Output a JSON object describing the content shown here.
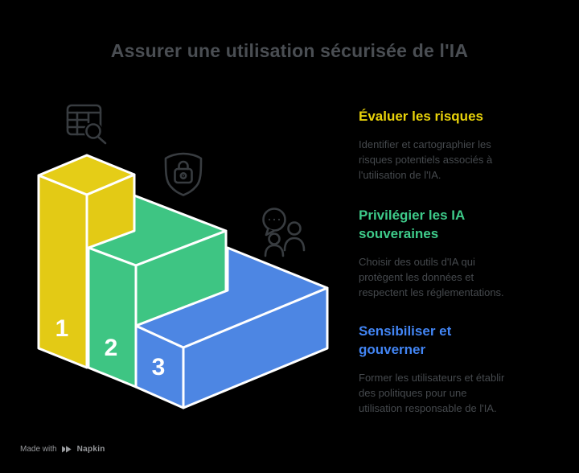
{
  "title": "Assurer une utilisation sécurisée de l'IA",
  "steps": [
    {
      "number": "1",
      "icon": "table-search-icon",
      "color": "#e3ca15",
      "heading": "Évaluer les risques",
      "heading_lines": [
        "Évaluer les risques"
      ],
      "body": "Identifier et cartographier les risques potentiels associés à l'utilisation de l'IA.",
      "body_lines": [
        "Identifier et cartographier les",
        "risques potentiels associés à",
        "l'utilisation de l'IA."
      ]
    },
    {
      "number": "2",
      "icon": "shield-lock-icon",
      "color": "#3ec583",
      "heading": "Privilégier les IA souveraines",
      "heading_lines": [
        "Privilégier les IA",
        "souveraines"
      ],
      "body": "Choisir des outils d'IA qui protègent les données et respectent les réglementations.",
      "body_lines": [
        "Choisir des outils d'IA qui",
        "protègent les données et",
        "respectent les réglementations."
      ]
    },
    {
      "number": "3",
      "icon": "people-chat-icon",
      "color": "#4d86e3",
      "heading": "Sensibiliser et gouverner",
      "heading_lines": [
        "Sensibiliser et",
        "gouverner"
      ],
      "body": "Former les utilisateurs et établir des politiques pour une utilisation responsable de l'IA.",
      "body_lines": [
        "Former les utilisateurs et établir",
        "des politiques pour une",
        "utilisation responsable de l'IA."
      ]
    }
  ],
  "footer": {
    "made_with": "Made with",
    "brand": "Napkin",
    "logo_icon": "napkin-logo-icon"
  },
  "colors": {
    "background": "#000000",
    "title_text": "#4a4e53",
    "body_text": "#45494d",
    "icon_stroke": "#383c40",
    "outline_white": "#ffffff",
    "step1_yellow": "#e3ca15",
    "step2_green": "#3ec583",
    "step3_blue": "#4d86e3",
    "heading1_yellow": "#e9d30a",
    "heading2_green": "#3ecb8a",
    "heading3_blue": "#4285f4",
    "footer_text": "#97999c"
  }
}
